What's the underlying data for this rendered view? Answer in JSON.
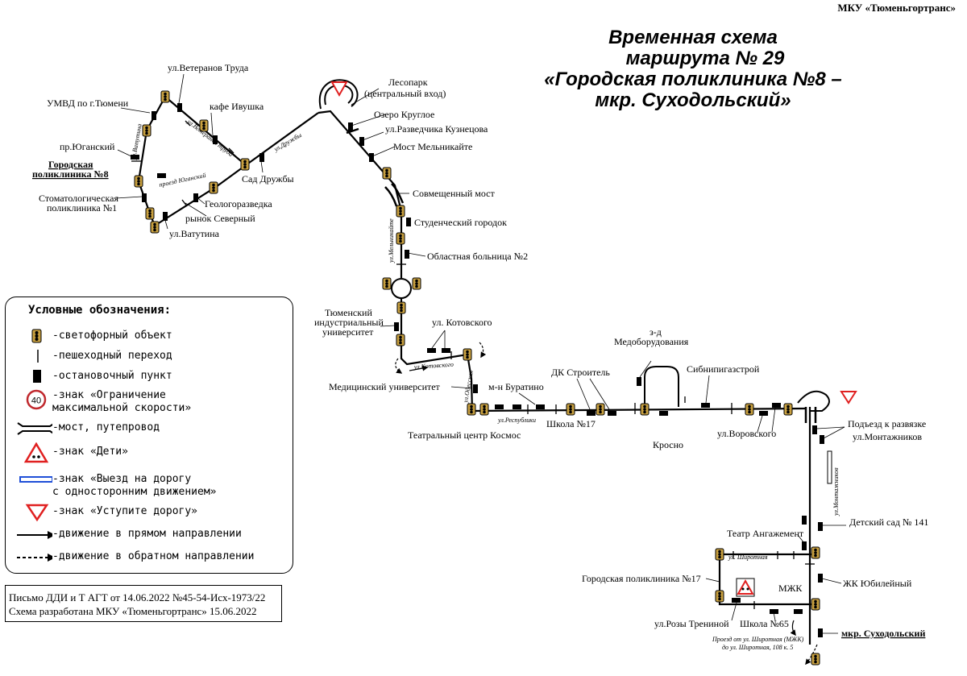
{
  "header": {
    "org": "МКУ «Тюменьгортранс»",
    "title_lines": [
      "Временная схема",
      "маршрута № 29",
      "«Городская поликлиника №8 –",
      "мкр. Суходольский»"
    ]
  },
  "stops": {
    "veteranov_truda": "ул.Ветеранов Труда",
    "umvd": "УМВД по г.Тюмени",
    "kafe_ivushka": "кафе Ивушка",
    "yuganskiy": "пр.Юганский",
    "gp8_1": "Городская",
    "gp8_2": "поликлиника №8",
    "stomat_1": "Стоматологическая",
    "stomat_2": "поликлиника №1",
    "geologorazvedka": "Геологоразведка",
    "rynok_severny": "рынок Северный",
    "vatutina": "ул.Ватутина",
    "sad_druzhby": "Сад Дружбы",
    "lesopark_1": "Лесопарк",
    "lesopark_2": "(центральный вход)",
    "ozero": "Озеро Круглое",
    "razvedchika": "ул.Разведчика Кузнецова",
    "most_melnikaite": "Мост Мельникайте",
    "sovmeshchenny": "Совмещенный мост",
    "student": "Студенческий городок",
    "bolnitsa": "Областная больница №2",
    "tiu_1": "Тюменский",
    "tiu_2": "индустриальный",
    "tiu_3": "университет",
    "kotovskogo": "ул. Котовского",
    "med_univ": "Медицинский университет",
    "buratino": "м-н Буратино",
    "dk": "ДК Строитель",
    "zd_1": "з-д",
    "zd_2": "Медоборудования",
    "sibnipi": "Сибнипигазстрой",
    "teatr_kosmos": "Театральный центр Космос",
    "shkola17": "Школа №17",
    "krosno": "Кросно",
    "vorovskogo": "ул.Воровского",
    "podezd_1": "Подъезд к развязке",
    "podezd_2": "ул.Монтажников",
    "det_sad": "Детский сад № 141",
    "teatr_angazh": "Театр Ангажемент",
    "gp17": "Городская поликлиника №17",
    "zhk": "ЖК Юбилейный",
    "mzhk": "МЖК",
    "rozy": "ул.Розы Трениной",
    "shkola65": "Школа №65",
    "sukhodolsky": "мкр. Суходольский"
  },
  "streets": {
    "vatutina": "ул.Ватутина",
    "veteranov": "ул.Ветеранов труда",
    "druzhby": "ул.Дружбы",
    "yuganskiy": "проезд Юганский",
    "melnikaite": "ул.Мельникайте",
    "kotovskogo": "ул.Котовского",
    "odesskaya": "ул.Одесская",
    "respubliki": "ул.Республики",
    "montazhnikov": "ул.Монтажников",
    "shirotnaya": "ул. Широтная",
    "proezd_1": "Проезд от ул. Широтная (МЖК)",
    "proezd_2": "до ул. Широтная, 108 к. 5"
  },
  "legend": {
    "title": "Условные обозначения:",
    "items": [
      {
        "label": "-светофорный объект",
        "icon": "traffic-light-icon"
      },
      {
        "label": "-пешеходный переход",
        "icon": "crosswalk-icon"
      },
      {
        "label": "-остановочный пункт",
        "icon": "bus-stop-icon"
      },
      {
        "label": "-знак «Ограничение",
        "label2": "максимальной скорости»",
        "icon": "speed-limit-icon",
        "value": "40"
      },
      {
        "label": "-мост, путепровод",
        "icon": "bridge-icon"
      },
      {
        "label": "-знак «Дети»",
        "icon": "children-sign-icon"
      },
      {
        "label": "-знак «Выезд на дорогу",
        "label2": "с односторонним движением»",
        "icon": "one-way-exit-icon"
      },
      {
        "label": "-знак «Уступите дорогу»",
        "icon": "yield-sign-icon"
      },
      {
        "label": "-движение в прямом направлении",
        "icon": "forward-arrow-icon"
      },
      {
        "label": "-движение в обратном направлении",
        "icon": "reverse-arrow-icon"
      }
    ]
  },
  "footer": {
    "line1": "Письмо ДДИ и Т АГТ от 14.06.2022 №45-54-Исх-1973/22",
    "line2": "Схема разработана МКУ «Тюменьгортранс» 15.06.2022"
  },
  "colors": {
    "route": "#000000",
    "yield": "#e02020",
    "one_way": "#1f4fd8",
    "speed_ring": "#c0282d",
    "tl_amber": "#c8a040"
  }
}
